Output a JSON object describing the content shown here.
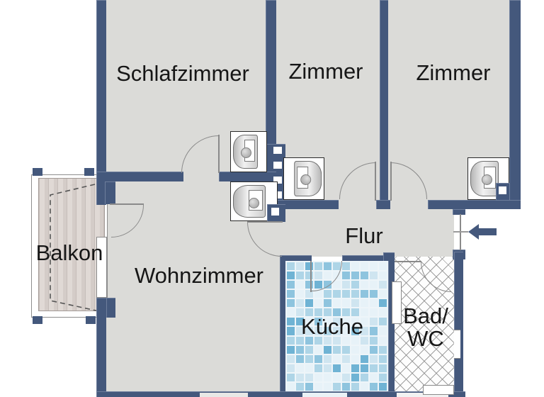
{
  "plan": {
    "type": "apartment-floor-plan",
    "rooms": [
      {
        "id": "schlafzimmer",
        "label": "Schlafzimmer"
      },
      {
        "id": "zimmer-links",
        "label": "Zimmer"
      },
      {
        "id": "zimmer-rechts",
        "label": "Zimmer"
      },
      {
        "id": "flur",
        "label": "Flur"
      },
      {
        "id": "wohnzimmer",
        "label": "Wohnzimmer"
      },
      {
        "id": "kueche",
        "label": "Küche"
      },
      {
        "id": "bad-wc",
        "label_line1": "Bad/",
        "label_line2": "WC"
      },
      {
        "id": "balkon",
        "label": "Balkon"
      }
    ],
    "symbols": {
      "oven_count": 4,
      "chimney_blocks": 3,
      "entrance_arrow_direction": "left"
    },
    "colors": {
      "wall": "#44587c",
      "floor": "#dbdbd8",
      "kitchen_tiles": [
        "#e7f2f8",
        "#cfe5f0",
        "#aed5e7",
        "#8ec4de",
        "#6fb3d4"
      ],
      "bath_tile_line": "#969696",
      "balcony_wood": "#ddd6d2",
      "background": "#ffffff"
    }
  }
}
